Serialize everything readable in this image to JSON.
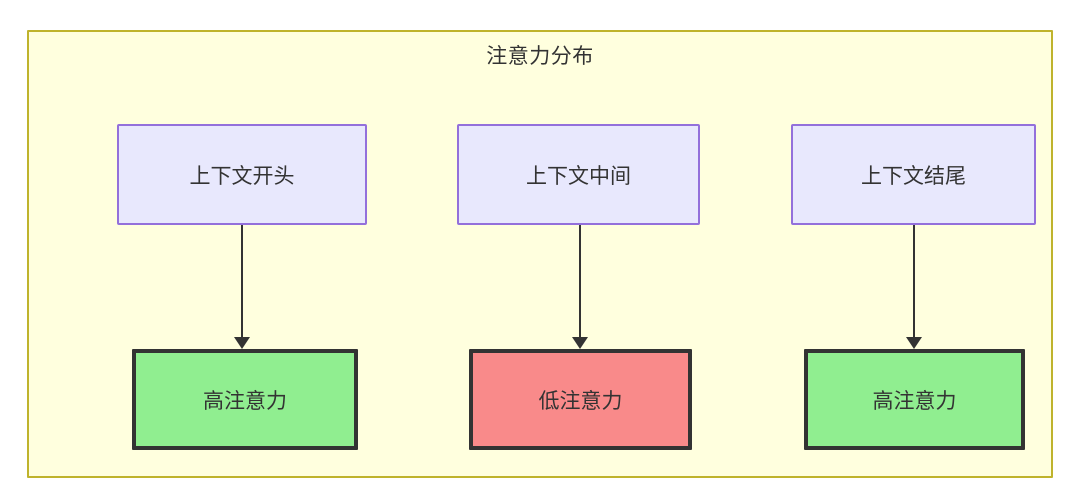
{
  "diagram": {
    "title": "注意力分布",
    "colors": {
      "container_bg": "#ffffde",
      "container_border": "#bfb32c",
      "context_node_bg": "#e8e8fd",
      "context_node_border": "#9370db",
      "high_attention_bg": "#90ee90",
      "low_attention_bg": "#f98a8a",
      "node_border_dark": "#333333",
      "text": "#333333"
    },
    "context_nodes": [
      {
        "id": "ctx-start",
        "label": "上下文开头"
      },
      {
        "id": "ctx-mid",
        "label": "上下文中间"
      },
      {
        "id": "ctx-end",
        "label": "上下文结尾"
      }
    ],
    "attention_nodes": [
      {
        "id": "attn-high-1",
        "label": "高注意力",
        "level": "high"
      },
      {
        "id": "attn-low",
        "label": "低注意力",
        "level": "low"
      },
      {
        "id": "attn-high-2",
        "label": "高注意力",
        "level": "high"
      }
    ],
    "edges": [
      {
        "from": "ctx-start",
        "to": "attn-high-1"
      },
      {
        "from": "ctx-mid",
        "to": "attn-low"
      },
      {
        "from": "ctx-end",
        "to": "attn-high-2"
      }
    ]
  }
}
